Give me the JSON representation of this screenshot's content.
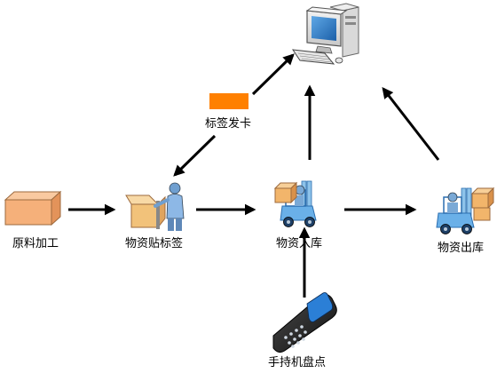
{
  "nodes": {
    "computer": {
      "icon": "desktop-computer-icon"
    },
    "tag_issue": {
      "label": "标签发卡",
      "icon": "tag-card-icon",
      "color": "#FF8000"
    },
    "raw_processing": {
      "label": "原料加工",
      "icon": "cardboard-box-icon",
      "color": "#F5B07A"
    },
    "labeling": {
      "label": "物资贴标签",
      "icon": "worker-packing-box-icon"
    },
    "stock_in": {
      "label": "物资入库",
      "icon": "forklift-icon"
    },
    "stock_out": {
      "label": "物资出库",
      "icon": "forklift-icon"
    },
    "handheld": {
      "label": "手持机盘点",
      "icon": "handheld-scanner-icon"
    }
  },
  "edges": [
    {
      "from": "tag_issue",
      "to": "computer"
    },
    {
      "from": "tag_issue",
      "to": "labeling"
    },
    {
      "from": "raw_processing",
      "to": "labeling"
    },
    {
      "from": "labeling",
      "to": "stock_in"
    },
    {
      "from": "stock_in",
      "to": "stock_out"
    },
    {
      "from": "stock_in",
      "to": "computer"
    },
    {
      "from": "stock_out",
      "to": "computer"
    },
    {
      "from": "handheld",
      "to": "stock_in"
    }
  ]
}
